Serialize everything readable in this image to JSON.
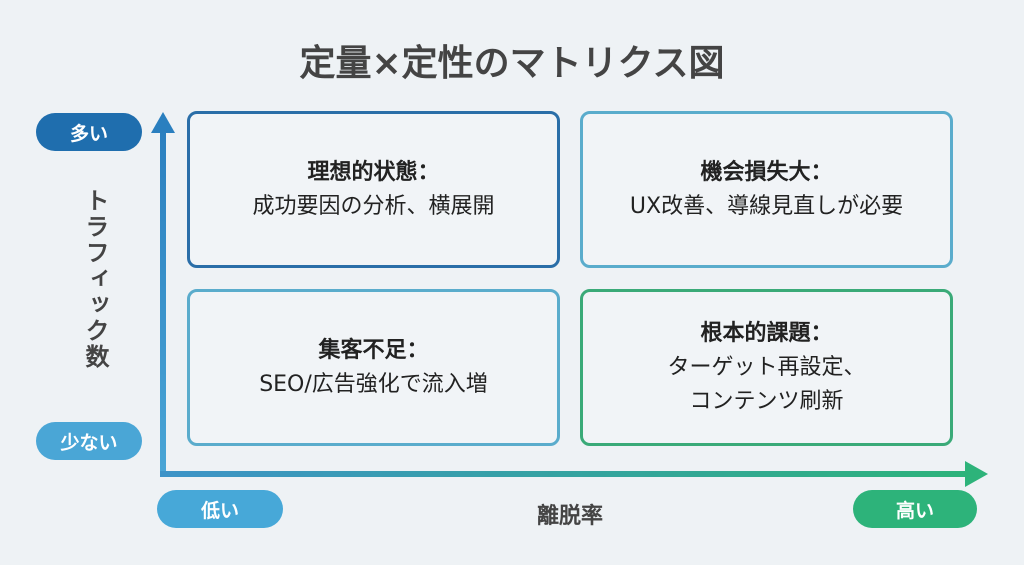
{
  "title": "定量×定性のマトリクス図",
  "y_axis": {
    "label": "トラフィック数",
    "high": "多い",
    "low": "少ない"
  },
  "x_axis": {
    "label": "離脱率",
    "low": "低い",
    "high": "高い"
  },
  "quadrants": [
    {
      "heading": "理想的状態：",
      "lines": [
        "成功要因の分析、横展開"
      ]
    },
    {
      "heading": "機会損失大：",
      "lines": [
        "UX改善、導線見直しが必要"
      ]
    },
    {
      "heading": "集客不足：",
      "lines": [
        "SEO/広告強化で流入増"
      ]
    },
    {
      "heading": "根本的課題：",
      "lines": [
        "ターゲット再設定、",
        "コンテンツ刷新"
      ]
    }
  ],
  "colors": {
    "dark_blue": "#1f6eae",
    "light_blue": "#4aa6d6",
    "green": "#2db37a"
  }
}
